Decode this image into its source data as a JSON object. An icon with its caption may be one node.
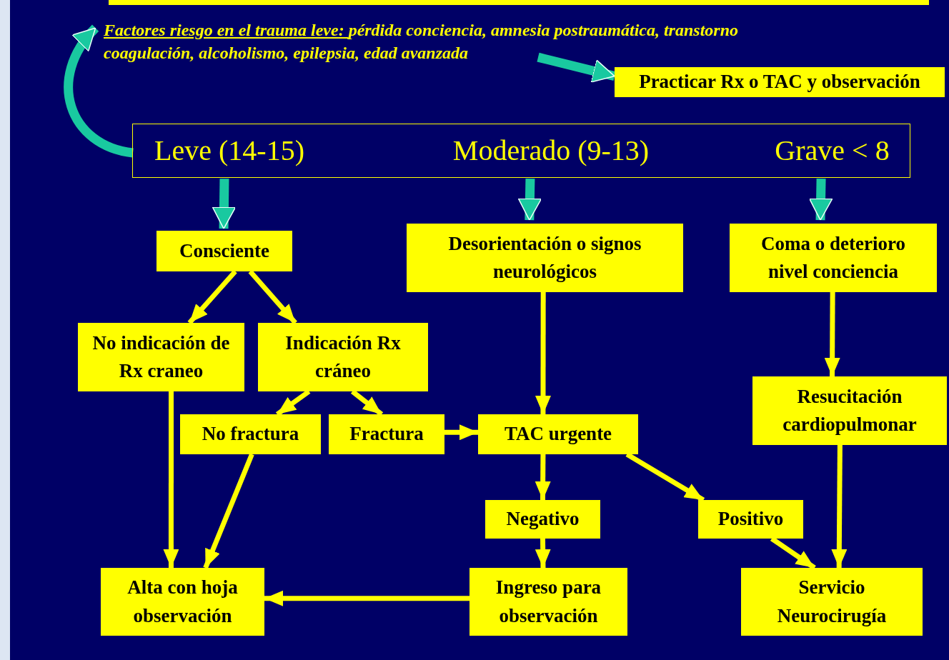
{
  "diagram": {
    "nodes": [
      {
        "text": [
          "Factores riesgo en el trauma leve:",
          "pérdida conciencia, amnesia postraumática, transtorno coagulación, alcoholismo, epilepsia, edad avanzada"
        ]
      },
      {
        "text": [
          "Practicar Rx o TAC y observación"
        ]
      },
      {
        "text": [],
        "shape": "box"
      },
      {
        "text": [
          "Leve (14-15)"
        ],
        "in": 2
      },
      {
        "text": [
          "Moderado (9-13)"
        ],
        "in": 2
      },
      {
        "text": [
          "Grave < 8"
        ],
        "in": 2
      },
      {
        "text": [
          "Consciente"
        ]
      },
      {
        "text": [
          "Desorientación o signos neurológicos"
        ]
      },
      {
        "text": [
          "Coma o deterioro nivel conciencia"
        ]
      },
      {
        "text": [
          "No indicación de Rx craneo"
        ]
      },
      {
        "text": [
          "Indicación Rx cráneo"
        ]
      },
      {
        "text": [
          "No fractura"
        ]
      },
      {
        "text": [
          "Fractura"
        ]
      },
      {
        "text": [
          "TAC urgente"
        ]
      },
      {
        "text": [
          "Resucitación cardiopulmonar"
        ]
      },
      {
        "text": [
          "Negativo"
        ]
      },
      {
        "text": [
          "Positivo"
        ]
      },
      {
        "text": [
          "Alta con hoja observación"
        ]
      },
      {
        "text": [
          "Ingreso para observación"
        ]
      },
      {
        "text": [
          "Servicio Neurocirugía"
        ]
      }
    ],
    "edges": [
      {
        "from": 3,
        "to": 0,
        "arrow": "to",
        "style": "thick",
        "color": "#19c9a0"
      },
      {
        "from": 0,
        "to": 1,
        "arrow": "to",
        "style": "thick",
        "color": "#19c9a0"
      },
      {
        "from": 3,
        "to": 6,
        "arrow": "to",
        "style": "thick",
        "color": "#19c9a0"
      },
      {
        "from": 4,
        "to": 7,
        "arrow": "to",
        "style": "thick",
        "color": "#19c9a0"
      },
      {
        "from": 5,
        "to": 8,
        "arrow": "to",
        "style": "thick",
        "color": "#19c9a0"
      },
      {
        "from": 6,
        "to": 9,
        "arrow": "to"
      },
      {
        "from": 6,
        "to": 10,
        "arrow": "to"
      },
      {
        "from": 10,
        "to": 11,
        "arrow": "to"
      },
      {
        "from": 10,
        "to": 12,
        "arrow": "to"
      },
      {
        "from": 12,
        "to": 13,
        "arrow": "to"
      },
      {
        "from": 7,
        "to": 13,
        "arrow": "to"
      },
      {
        "from": 8,
        "to": 14,
        "arrow": "to"
      },
      {
        "from": 9,
        "to": 17,
        "arrow": "to"
      },
      {
        "from": 11,
        "to": 17,
        "arrow": "to"
      },
      {
        "from": 13,
        "to": 15,
        "arrow": "to"
      },
      {
        "from": 13,
        "to": 16,
        "arrow": "to"
      },
      {
        "from": 15,
        "to": 18,
        "arrow": "to"
      },
      {
        "from": 18,
        "to": 17,
        "arrow": "to"
      },
      {
        "from": 16,
        "to": 19,
        "arrow": "to"
      },
      {
        "from": 14,
        "to": 19,
        "arrow": "to"
      }
    ]
  }
}
